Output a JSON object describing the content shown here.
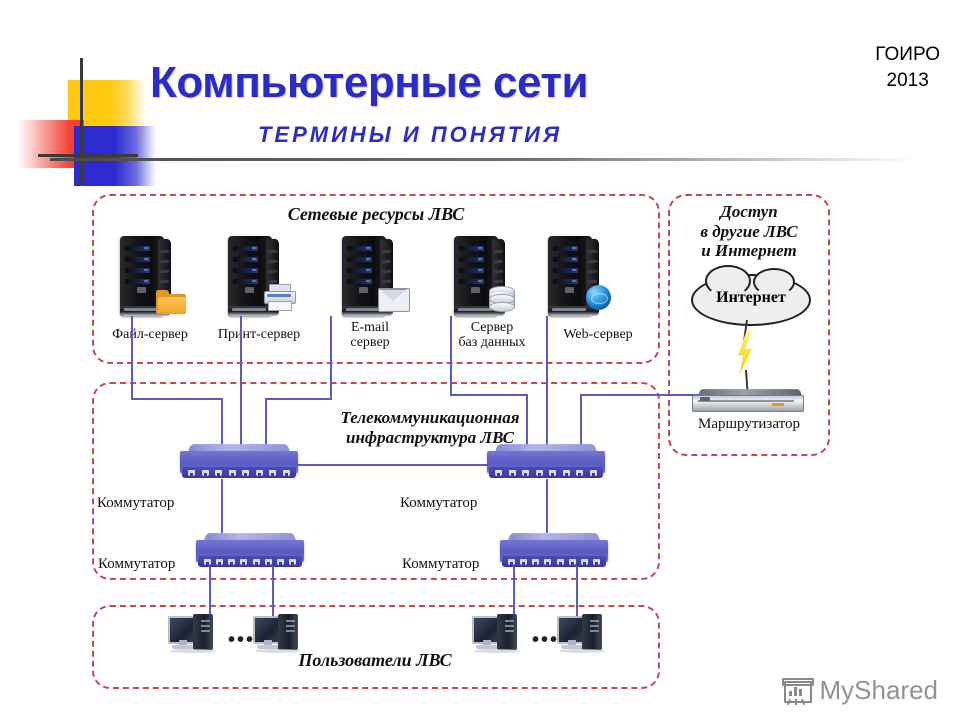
{
  "header": {
    "org": "ГОИРО\n2013",
    "title": "Компьютерные сети",
    "subtitle": "ТЕРМИНЫ И ПОНЯТИЯ"
  },
  "diagram": {
    "resources_box_label": "Сетевые ресурсы ЛВС",
    "infrastructure_box_label": "Телекоммуникационная\nинфраструктура ЛВС",
    "users_box_label": "Пользователи ЛВС",
    "access_box_label": "Доступ\nв другие ЛВС\nи Интернет",
    "servers": [
      {
        "label": "Файл-сервер",
        "icon": "folder-icon"
      },
      {
        "label": "Принт-сервер",
        "icon": "printer-icon"
      },
      {
        "label": "E-mail\nсервер",
        "icon": "envelope-icon"
      },
      {
        "label": "Сервер\nбаз данных",
        "icon": "database-icon"
      },
      {
        "label": "Web-сервер",
        "icon": "globe-icon"
      }
    ],
    "switches": [
      {
        "label": "Коммутатор",
        "tier": "core-left"
      },
      {
        "label": "Коммутатор",
        "tier": "core-right"
      },
      {
        "label": "Коммутатор",
        "tier": "access-left"
      },
      {
        "label": "Коммутатор",
        "tier": "access-right"
      }
    ],
    "cloud_label": "Интернет",
    "router_label": "Маршрутизатор",
    "ellipsis": "•••"
  },
  "watermark": {
    "text": "MyShared"
  },
  "colors": {
    "title_blue": "#2B2BC8",
    "dashed_border": "#C24A52",
    "wire": "#5B5BC0",
    "switch_body": "#5A5AC4",
    "folder_orange": "#E2981E",
    "bolt_yellow": "#E8D400"
  }
}
